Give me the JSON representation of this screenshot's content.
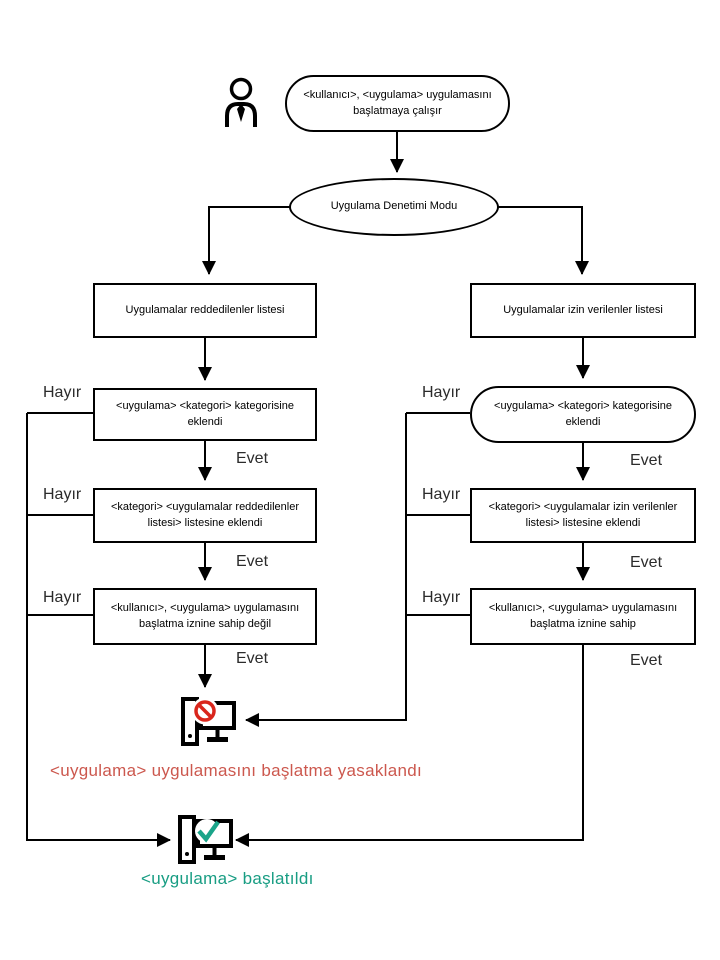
{
  "diagram": {
    "labels": {
      "no": "Hayır",
      "yes": "Evet"
    },
    "nodes": {
      "start": "<kullanıcı>, <uygulama> uygulamasını başlatmaya çalışır",
      "mode": "Uygulama Denetimi Modu",
      "denylist": "Uygulamalar reddedilenler listesi",
      "allowlist": "Uygulamalar izin verilenler listesi",
      "deny_category": "<uygulama> <kategori> kategorisine eklendi",
      "allow_category": "<uygulama> <kategori> kategorisine eklendi",
      "deny_list_added": "<kategori> <uygulamalar reddedilenler listesi> listesine eklendi",
      "allow_list_added": "<kategori> <uygulamalar izin verilenler listesi> listesine eklendi",
      "deny_permission": "<kullanıcı>, <uygulama> uygulamasını başlatma iznine sahip değil",
      "allow_permission": "<kullanıcı>, <uygulama> uygulamasını başlatma iznine sahip"
    },
    "results": {
      "blocked": "<uygulama> uygulamasını başlatma yasaklandı",
      "started": "<uygulama> başlatıldı"
    },
    "icons": {
      "actor": "user-icon",
      "blocked": "blocked-computer-icon",
      "started": "started-computer-icon"
    },
    "colors": {
      "line": "#000000",
      "blocked_text": "#cc584e",
      "started_text": "#189d83",
      "prohibition_sign": "#d9261c",
      "check_mark": "#1aa489"
    }
  }
}
